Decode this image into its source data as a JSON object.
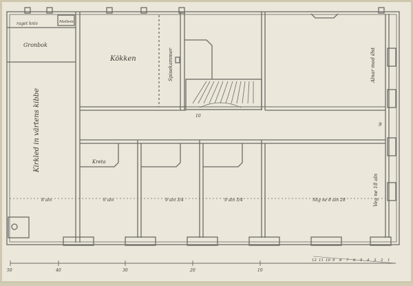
{
  "plan": {
    "labels": {
      "kitchen": "Kökken",
      "pantry": "Spisekammer",
      "upper_left_a": "raget kniv",
      "upper_left_b": "Mellem",
      "left_room": "Gronbok",
      "barn": "Kirkled in värtens kibbe",
      "small_room": "Kreta",
      "right_label_upper": "Alnar mod Øst",
      "right_label_mid": "9",
      "right_label_lower": "Veg ne 18 aln",
      "mid_marker": "10"
    },
    "dotted_line_labels": [
      "8 aln",
      "6 aln",
      "9 aln 3/4",
      "9 aln 3/4",
      "Slig ne 8 aln 28"
    ],
    "scale_labels": [
      "50",
      "40",
      "30",
      "20",
      "10"
    ],
    "scale_ticks": [
      "12",
      "11",
      "10",
      "9",
      "8",
      "7",
      "6",
      "5",
      "4",
      "3",
      "2",
      "1"
    ]
  }
}
